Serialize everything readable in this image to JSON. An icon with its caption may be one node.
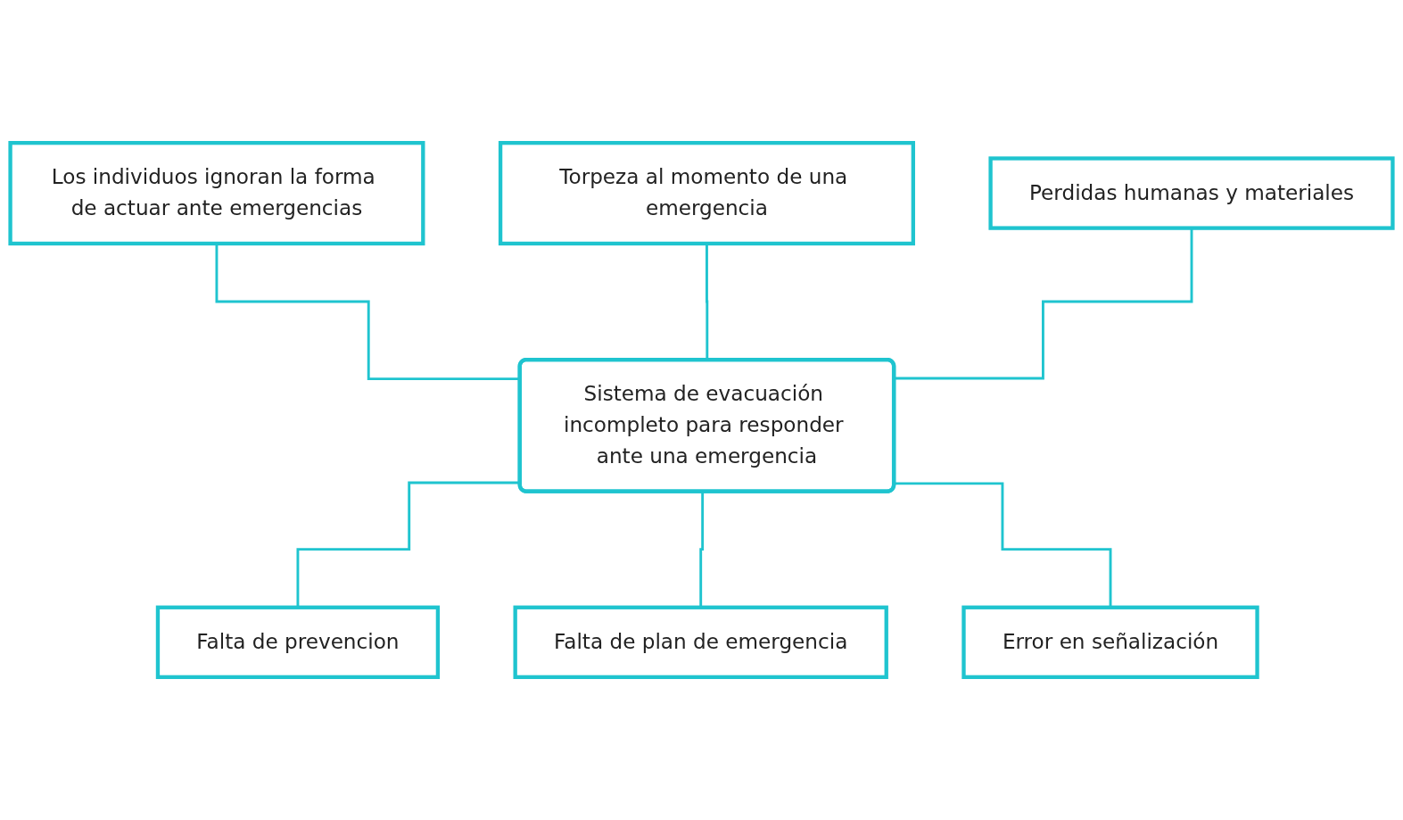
{
  "diagram": {
    "nodes": [
      {
        "text": [
          "Los individuos ignoran la forma de actuar ante emergencias"
        ]
      },
      {
        "text": [
          "Torpeza al momento de una emergencia"
        ]
      },
      {
        "text": [
          "Perdidas humanas y materiales"
        ]
      },
      {
        "text": [
          "Sistema de evacuación incompleto para responder ante una emergencia"
        ]
      },
      {
        "text": [
          "Falta de prevencion"
        ]
      },
      {
        "text": [
          "Falta de plan de emergencia"
        ]
      },
      {
        "text": [
          "Error en señalización"
        ]
      }
    ],
    "edges": [
      {
        "from": 0,
        "to": 3,
        "arrow": "none"
      },
      {
        "from": 1,
        "to": 3,
        "arrow": "none"
      },
      {
        "from": 2,
        "to": 3,
        "arrow": "none"
      },
      {
        "from": 3,
        "to": 4,
        "arrow": "none"
      },
      {
        "from": 3,
        "to": 5,
        "arrow": "none"
      },
      {
        "from": 3,
        "to": 6,
        "arrow": "none"
      }
    ]
  }
}
